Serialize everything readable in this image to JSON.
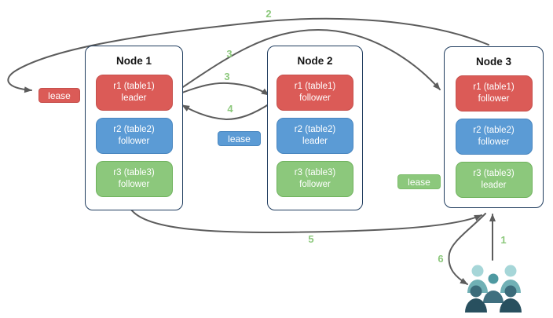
{
  "diagram": {
    "nodes": [
      {
        "title": "Node 1",
        "replicas": [
          {
            "label": "r1 (table1)",
            "role": "leader",
            "color": "red"
          },
          {
            "label": "r2 (table2)",
            "role": "follower",
            "color": "blue"
          },
          {
            "label": "r3 (table3)",
            "role": "follower",
            "color": "green"
          }
        ]
      },
      {
        "title": "Node 2",
        "replicas": [
          {
            "label": "r1 (table1)",
            "role": "follower",
            "color": "red"
          },
          {
            "label": "r2 (table2)",
            "role": "leader",
            "color": "blue"
          },
          {
            "label": "r3 (table3)",
            "role": "follower",
            "color": "green"
          }
        ]
      },
      {
        "title": "Node 3",
        "replicas": [
          {
            "label": "r1 (table1)",
            "role": "follower",
            "color": "red"
          },
          {
            "label": "r2 (table2)",
            "role": "follower",
            "color": "blue"
          },
          {
            "label": "r3 (table3)",
            "role": "leader",
            "color": "green"
          }
        ]
      }
    ],
    "leases": [
      {
        "label": "lease",
        "color": "red"
      },
      {
        "label": "lease",
        "color": "blue"
      },
      {
        "label": "lease",
        "color": "green"
      }
    ],
    "arrows": [
      {
        "label": "1"
      },
      {
        "label": "2"
      },
      {
        "label": "3"
      },
      {
        "label": "3"
      },
      {
        "label": "4"
      },
      {
        "label": "5"
      },
      {
        "label": "6"
      }
    ],
    "colors": {
      "red_fill": "#db5b57",
      "red_border": "#c6504c",
      "blue_fill": "#5b9bd5",
      "blue_border": "#4a87c0",
      "green_fill": "#8cc87c",
      "green_border": "#6fb25d",
      "node_border": "#1f3c5e",
      "arrow_stroke": "#5c5c5c",
      "arrow_label_green": "#8cc87c",
      "users_back_head": "#a6d6d8",
      "users_back_body": "#70b0b5",
      "users_mid_head": "#4e99a1",
      "users_mid_body": "#3f6f7f",
      "users_front_head": "#3b6b7a",
      "users_front_body": "#28505f"
    }
  }
}
